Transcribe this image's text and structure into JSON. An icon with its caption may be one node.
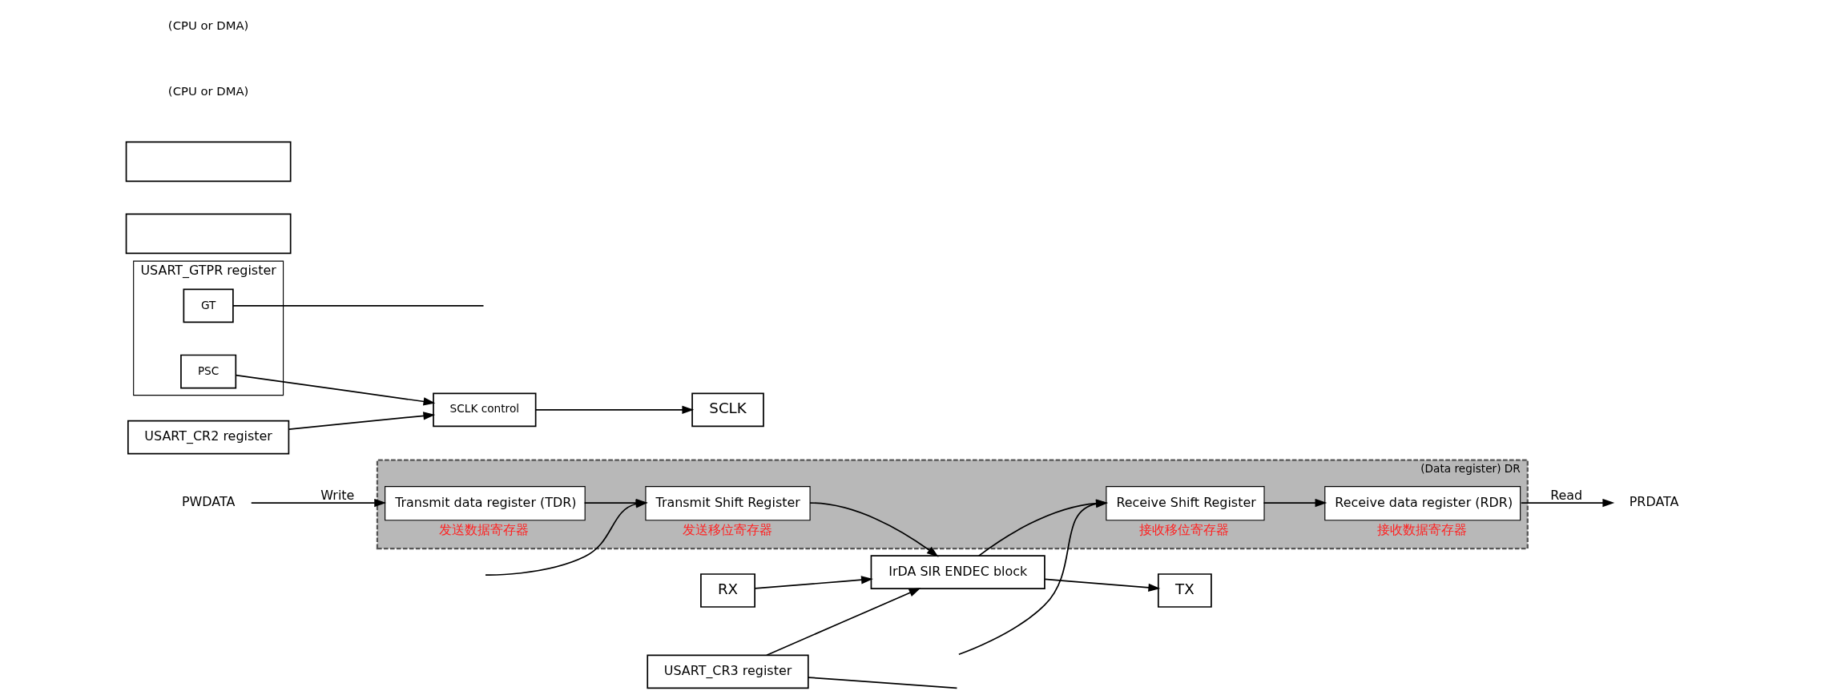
{
  "diagram": {
    "nodes": [
      {
        "text": [
          "PWDATA"
        ]
      },
      {
        "text": [
          "PRDATA"
        ]
      },
      {
        "text": [
          "(Data register) DR"
        ]
      },
      {
        "text": [
          "Transmit data register (TDR)"
        ],
        "in": 2,
        "beside": [
          "发送数据寄存器"
        ]
      },
      {
        "text": [
          "Transmit Shift Register"
        ],
        "in": 2,
        "beside": [
          "发送移位寄存器"
        ]
      },
      {
        "text": [
          "Receive data register (RDR)"
        ],
        "in": 2,
        "beside": [
          "接收数据寄存器"
        ]
      },
      {
        "text": [
          "Receive Shift Register"
        ],
        "in": 2,
        "beside": [
          "接收移位寄存器"
        ]
      },
      {
        "text": [
          "IrDA SIR ENDEC block"
        ]
      },
      {
        "text": [
          "TX"
        ]
      },
      {
        "text": [
          "RX"
        ]
      },
      {
        "text": [
          "USART_GTPR register"
        ]
      },
      {
        "text": [
          "GT"
        ],
        "in": 10
      },
      {
        "text": [
          "PSC"
        ],
        "in": 10
      },
      {
        "text": [
          "SCLK control"
        ]
      },
      {
        "text": [
          "SCLK"
        ]
      },
      {
        "text": [
          "USART_CR3 register"
        ]
      },
      {
        "text": [
          "USART_CR2 register"
        ]
      },
      {
        "text": [],
        "shape": "box"
      },
      {
        "text": [],
        "shape": "box"
      }
    ],
    "edges": [
      {
        "from": 0,
        "to": 3,
        "arrow": "to",
        "label": "Write"
      },
      {
        "from": 5,
        "to": 1,
        "arrow": "to",
        "label": "Read"
      },
      {
        "from": 3,
        "to": 4,
        "arrow": "to"
      },
      {
        "from": 6,
        "to": 5,
        "arrow": "to"
      },
      {
        "from": 4,
        "to": 7,
        "arrow": "to"
      },
      {
        "from": 7,
        "to": 8,
        "arrow": "to"
      },
      {
        "from": 9,
        "to": 7,
        "arrow": "to"
      },
      {
        "from": 7,
        "to": 6,
        "arrow": "to"
      },
      {
        "from": null,
        "to": 4,
        "arrow": "to"
      },
      {
        "from": null,
        "to": 6,
        "arrow": "to"
      },
      {
        "from": 15,
        "to": 7,
        "arrow": "to"
      },
      {
        "from": 15,
        "to": null,
        "arrow": "none"
      },
      {
        "from": 12,
        "to": 13,
        "arrow": "to"
      },
      {
        "from": 13,
        "to": 14,
        "arrow": "to"
      },
      {
        "from": 16,
        "to": 13,
        "arrow": "to"
      },
      {
        "from": 11,
        "to": null,
        "arrow": "none"
      }
    ],
    "labels": [
      "(CPU or DMA)",
      "(CPU or DMA)"
    ]
  }
}
